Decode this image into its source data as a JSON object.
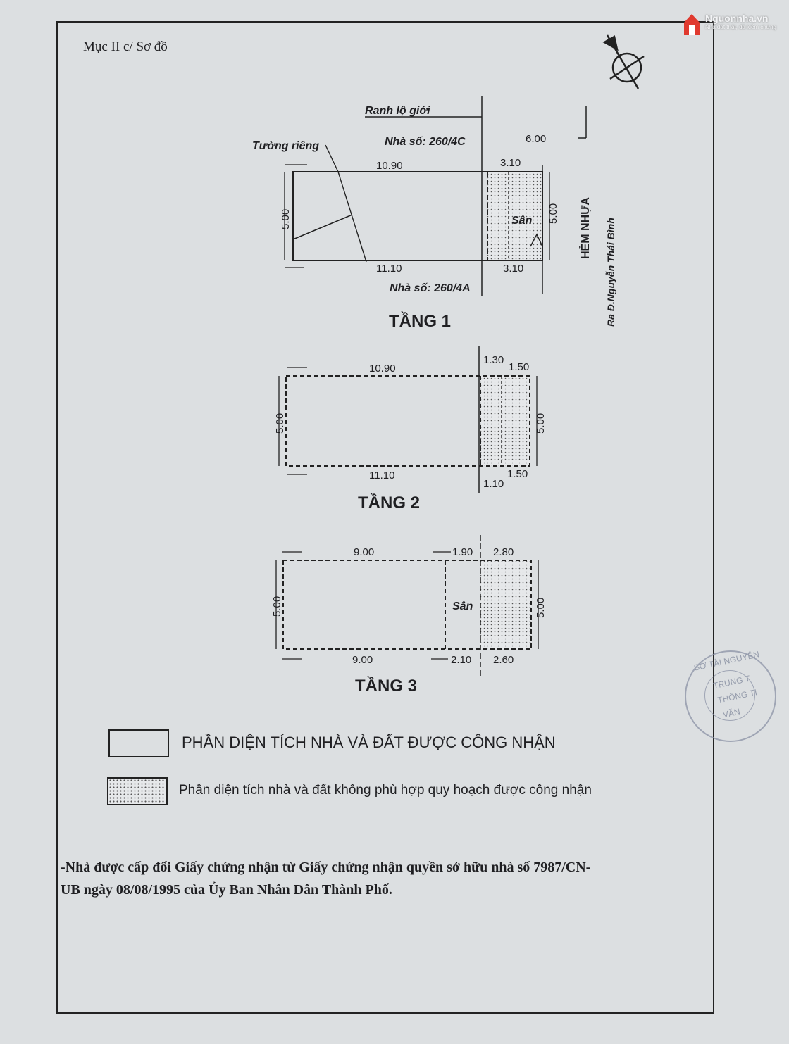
{
  "header": {
    "section_title": "Mục II c/ Sơ đồ"
  },
  "watermark": {
    "name": "Nguonnha.vn",
    "tagline": "Nhà đất thật, đã kiểm chứng"
  },
  "floor1": {
    "title": "TẦNG 1",
    "ranh_lo_gioi": "Ranh lộ giới",
    "tuong_rieng": "Tường riêng",
    "neighbor_top": "Nhà số: 260/4C",
    "neighbor_bottom": "Nhà số: 260/4A",
    "dim_top": "10.90",
    "dim_top_right": "3.10",
    "dim_road": "6.00",
    "dim_bottom": "11.10",
    "dim_bottom_right": "3.10",
    "dim_left": "5.00",
    "dim_right": "5.00",
    "san": "Sân",
    "alley": "HẺM NHỰA",
    "street": "Ra Đ.Nguyễn Thái Bình"
  },
  "floor2": {
    "title": "TẦNG 2",
    "dim_top": "10.90",
    "dim_top_mid": "1.30",
    "dim_top_right": "1.50",
    "dim_bottom": "11.10",
    "dim_bottom_mid": "1.10",
    "dim_bottom_right": "1.50",
    "dim_left": "5.00",
    "dim_right": "5.00"
  },
  "floor3": {
    "title": "TẦNG 3",
    "dim_top": "9.00",
    "dim_top_mid": "1.90",
    "dim_top_right": "2.80",
    "dim_bottom": "9.00",
    "dim_bottom_mid": "2.10",
    "dim_bottom_right": "2.60",
    "dim_left": "5.00",
    "dim_right": "5.00",
    "san": "Sân"
  },
  "legend": {
    "recognized": "PHẦN DIỆN TÍCH  NHÀ VÀ ĐẤT ĐƯỢC CÔNG NHẬN",
    "non_conforming": "Phần diện tích nhà và đất không phù hợp quy hoạch được công nhận"
  },
  "footnote": {
    "line1": "-Nhà được cấp đổi Giấy chứng nhận từ Giấy chứng nhận quyền sở hữu nhà số 7987/CN-",
    "line2": "UB ngày 08/08/1995 của Ủy Ban Nhân Dân Thành Phố."
  },
  "stamp": {
    "outer": "SỞ TÀI NGUYÊN",
    "inner1": "TRUNG T",
    "inner2": "THÔNG TI",
    "inner3": "VĂN"
  },
  "colors": {
    "ink": "#1f1f22",
    "paper": "#dcdfe1",
    "stamp": "#8b92a6"
  }
}
